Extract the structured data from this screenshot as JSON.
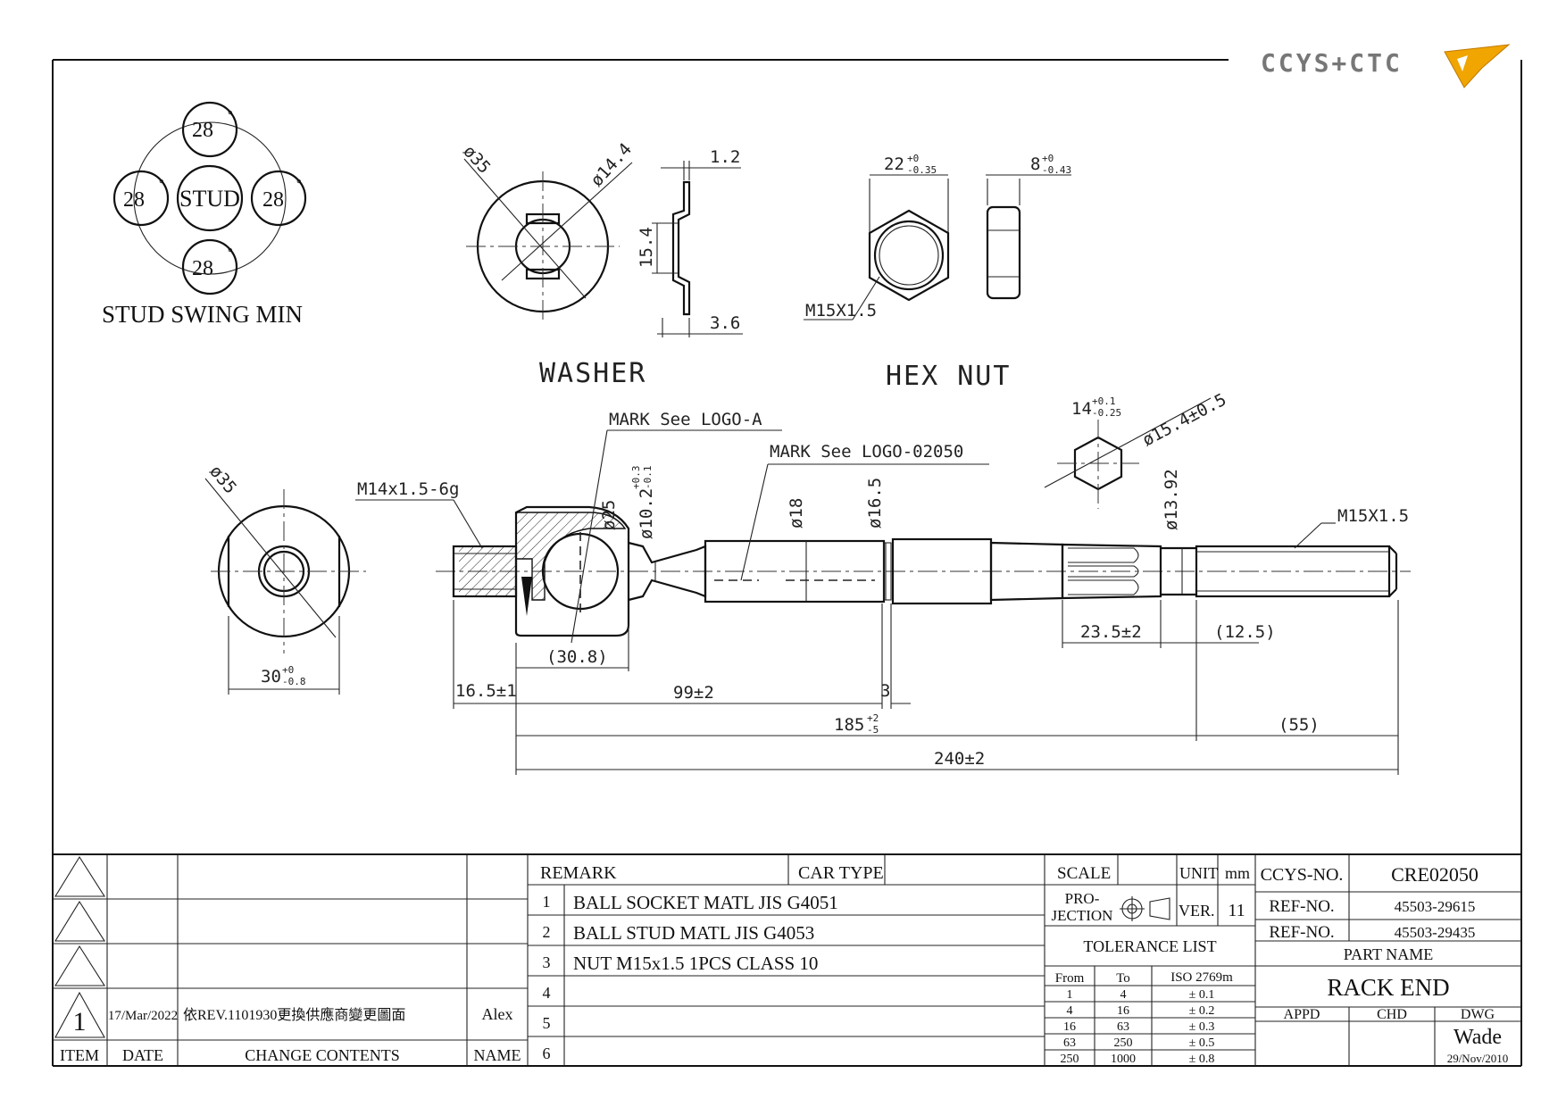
{
  "logo": {
    "text": "CCYS+CTC",
    "color": "#777777",
    "accent": "#f0a500"
  },
  "stud_swing": {
    "title": "STUD SWING MIN",
    "center": "STUD",
    "top": "28",
    "left": "28",
    "right": "28",
    "bottom": "28",
    "degree": "°"
  },
  "washer": {
    "title": "WASHER",
    "outer_dia": "ø35",
    "inner_dia": "ø14.4",
    "thickness": "1.2",
    "height": "15.4",
    "depth": "3.6"
  },
  "hex_nut": {
    "title": "HEX NUT",
    "width": "22",
    "width_tol_upper": "+0",
    "width_tol_lower": "-0.35",
    "height": "8",
    "height_tol_upper": "+0",
    "height_tol_lower": "-0.43",
    "thread": "M15X1.5"
  },
  "main_view": {
    "mark_logo_a": "MARK See LOGO-A",
    "mark_logo_02050": "MARK See LOGO-02050",
    "thread_left": "M14x1.5-6g",
    "end_dia": "ø35",
    "width_30": "30",
    "width_30_tol_upper": "+0",
    "width_30_tol_lower": "-0.8",
    "dia_25": "ø25",
    "dia_10_2": "ø10.2",
    "dia_10_2_tol_upper": "+0.3",
    "dia_10_2_tol_lower": "-0.1",
    "dia_18": "ø18",
    "dia_16_5": "ø16.5",
    "hex_14": "14",
    "hex_14_tol_upper": "+0.1",
    "hex_14_tol_lower": "-0.25",
    "hex_dia": "ø15.4±0.5",
    "dia_13_92": "ø13.92",
    "thread_right": "M15X1.5",
    "dim_30_8": "(30.8)",
    "dim_23_5": "23.5±2",
    "dim_12_5": "(12.5)",
    "dim_16_5": "16.5±1",
    "dim_99": "99±2",
    "dim_3": "3",
    "dim_185": "185",
    "dim_185_tol_upper": "+2",
    "dim_185_tol_lower": "-5",
    "dim_55": "(55)",
    "dim_240": "240±2"
  },
  "revisions": {
    "rows": [
      {
        "item": "",
        "date": "",
        "contents": "",
        "name": ""
      },
      {
        "item": "",
        "date": "",
        "contents": "",
        "name": ""
      },
      {
        "item": "",
        "date": "",
        "contents": "",
        "name": ""
      },
      {
        "item": "1",
        "date": "17/Mar/2022",
        "contents": "依REV.1101930更換供應商變更圖面",
        "name": "Alex"
      }
    ],
    "headers": {
      "item": "ITEM",
      "date": "DATE",
      "contents": "CHANGE CONTENTS",
      "name": "NAME"
    }
  },
  "remarks": {
    "remark_label": "REMARK",
    "car_type_label": "CAR TYPE",
    "car_type_value": "",
    "lines": [
      {
        "no": "1",
        "text": "BALL SOCKET MATL JIS G4051"
      },
      {
        "no": "2",
        "text": "BALL STUD MATL JIS G4053"
      },
      {
        "no": "3",
        "text": "NUT M15x1.5 1PCS CLASS 10"
      },
      {
        "no": "4",
        "text": ""
      },
      {
        "no": "5",
        "text": ""
      },
      {
        "no": "6",
        "text": ""
      }
    ]
  },
  "title_block": {
    "scale_label": "SCALE",
    "scale_value": "",
    "unit_label": "UNIT",
    "unit_value": "mm",
    "projection_label_1": "PRO-",
    "projection_label_2": "JECTION",
    "ver_label": "VER.",
    "ver_value": "11",
    "tolerance_title": "TOLERANCE LIST",
    "tol_headers": {
      "from": "From",
      "to": "To",
      "iso": "ISO 2769m"
    },
    "tolerances": [
      {
        "from": "1",
        "to": "4",
        "tol": "± 0.1"
      },
      {
        "from": "4",
        "to": "16",
        "tol": "± 0.2"
      },
      {
        "from": "16",
        "to": "63",
        "tol": "± 0.3"
      },
      {
        "from": "63",
        "to": "250",
        "tol": "± 0.5"
      },
      {
        "from": "250",
        "to": "1000",
        "tol": "± 0.8"
      }
    ],
    "ccys_no_label": "CCYS-NO.",
    "ccys_no": "CRE02050",
    "ref_no_label_1": "REF-NO.",
    "ref_no_1": "45503-29615",
    "ref_no_label_2": "REF-NO.",
    "ref_no_2": "45503-29435",
    "part_name_label": "PART NAME",
    "part_name": "RACK END",
    "appd_label": "APPD",
    "chd_label": "CHD",
    "dwg_label": "DWG",
    "dwg_name": "Wade",
    "dwg_date": "29/Nov/2010"
  }
}
